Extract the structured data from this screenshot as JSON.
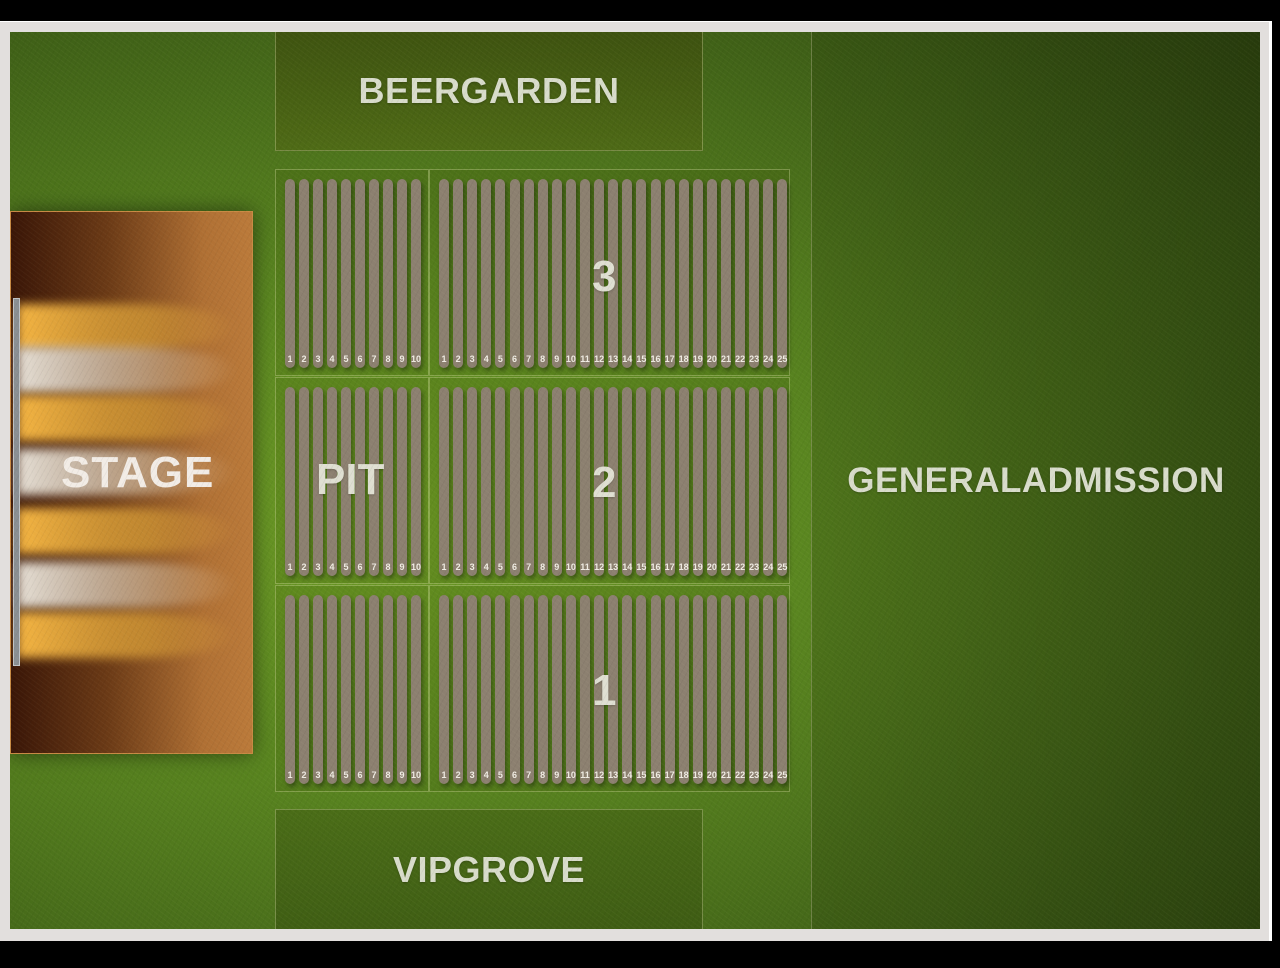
{
  "venue": {
    "stage": {
      "label": "STAGE"
    },
    "beergarden": {
      "label": "BEERGARDEN"
    },
    "vipgrove": {
      "label": "VIPGROVE"
    },
    "general_admission": {
      "label": "GENERALADMISSION"
    },
    "pit": {
      "label": "PIT",
      "rows_per_block": 10
    },
    "sections": [
      {
        "id": "3",
        "label": "3",
        "rows": 25
      },
      {
        "id": "2",
        "label": "2",
        "rows": 25
      },
      {
        "id": "1",
        "label": "1",
        "rows": 25
      }
    ]
  },
  "colors": {
    "grass": "#5a8620",
    "stage": "#b07034",
    "row": "#8c8070",
    "label": "#d8dccb"
  }
}
